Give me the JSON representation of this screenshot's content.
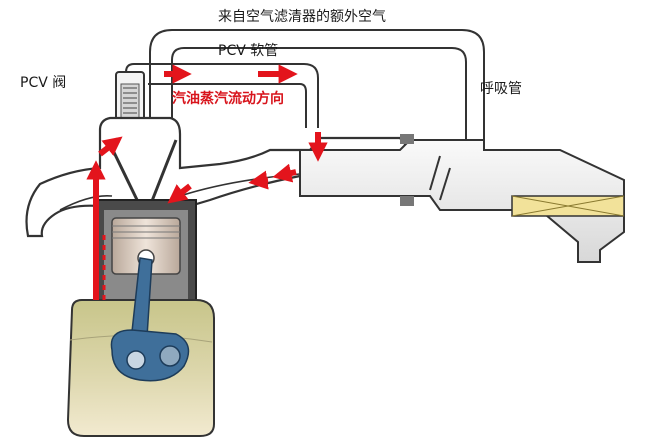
{
  "labels": {
    "extra_air": "来自空气滤清器的额外空气",
    "pcv_hose": "PCV 软管",
    "pcv_valve": "PCV 阀",
    "breather": "呼吸管",
    "flow_direction": "汽油蒸汽流动方向"
  },
  "colors": {
    "arrow": "#e3141c",
    "oil_top": "#c9c98a",
    "oil_bottom": "#efe6c8",
    "crank": "#3f6f9a",
    "piston": "#e0d0c0",
    "metal": "#6f6f6f",
    "filter": "#f2e29a"
  }
}
